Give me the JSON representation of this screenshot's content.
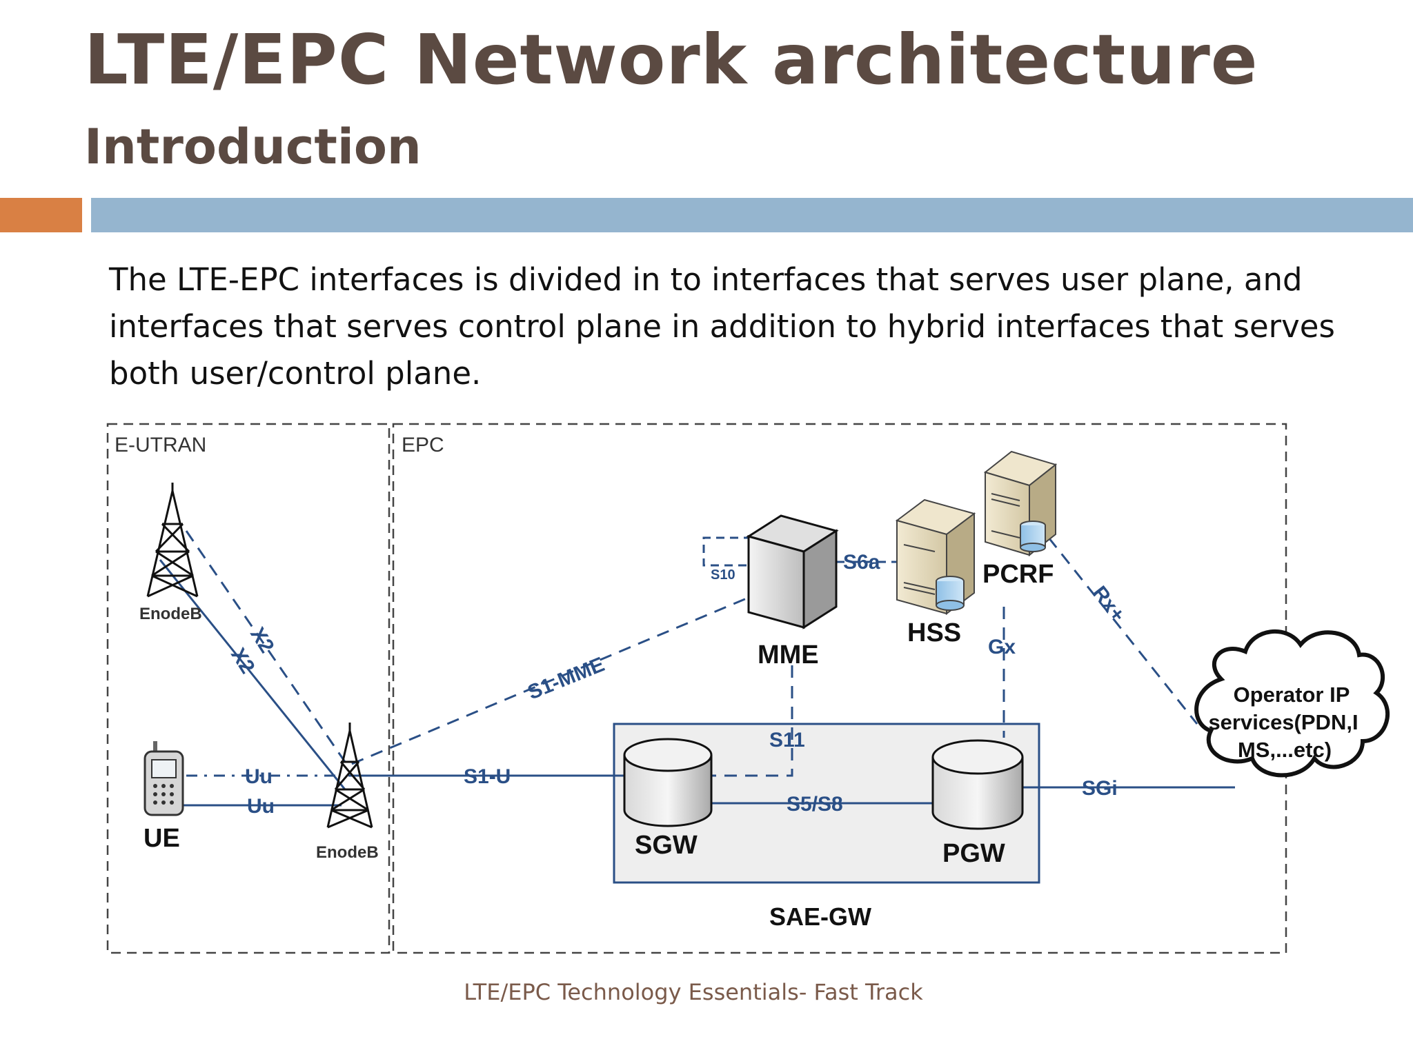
{
  "slide": {
    "title": "LTE/EPC Network architecture",
    "subtitle": "Introduction",
    "body": "The LTE-EPC interfaces is divided in to interfaces that serves user plane, and interfaces  that serves control plane in addition to hybrid interfaces that serves both user/control plane.",
    "footer": "LTE/EPC Technology Essentials- Fast Track",
    "accent_orange": "#d98044",
    "accent_blue": "#95b5cf",
    "title_color": "#5b4a42"
  },
  "diagram": {
    "regions": {
      "eutran": "E-UTRAN",
      "epc": "EPC",
      "saegw": "SAE-GW"
    },
    "nodes": {
      "enodeb_top": "EnodeB",
      "enodeb_bottom": "EnodeB",
      "ue": "UE",
      "mme": "MME",
      "hss": "HSS",
      "pcrf": "PCRF",
      "sgw": "SGW",
      "pgw": "PGW",
      "operator_line1": "Operator IP",
      "operator_line2": "services(PDN,I",
      "operator_line3": "MS,...etc)"
    },
    "interfaces": {
      "x2_a": "X2",
      "x2_b": "X2",
      "uu_a": "Uu",
      "uu_b": "Uu",
      "s1_u": "S1-U",
      "s1_mme": "S1-MME",
      "s10": "S10",
      "s6a": "S6a",
      "s11": "S11",
      "s5s8": "S5/S8",
      "gx": "Gx",
      "rx": "Rx+",
      "sgi": "SGi"
    },
    "line_color": "#2a4f86",
    "label_color": "#2a4f86"
  }
}
